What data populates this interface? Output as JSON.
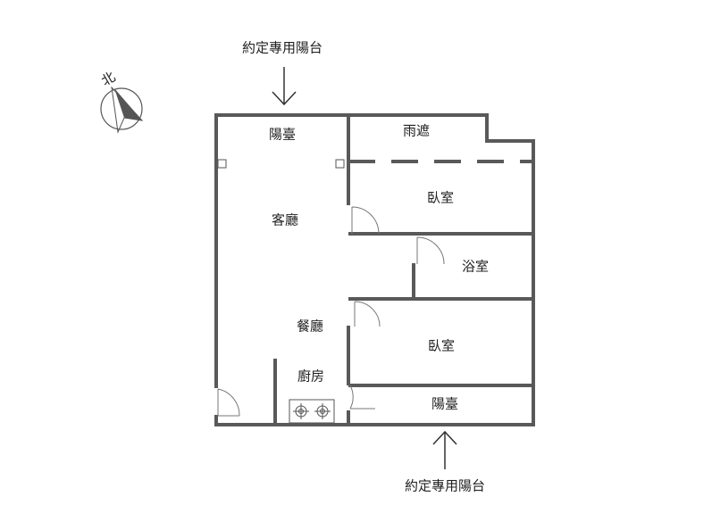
{
  "annotations": {
    "top_balcony": "約定專用陽台",
    "bottom_balcony": "約定專用陽台",
    "north": "北"
  },
  "rooms": {
    "balcony_top": "陽臺",
    "canopy": "雨遮",
    "living_room": "客廳",
    "bedroom_1": "臥室",
    "bathroom": "浴室",
    "dining_room": "餐廳",
    "bedroom_2": "臥室",
    "kitchen": "廚房",
    "balcony_bottom": "陽臺"
  },
  "colors": {
    "wall": "#595959",
    "text": "#222222"
  }
}
